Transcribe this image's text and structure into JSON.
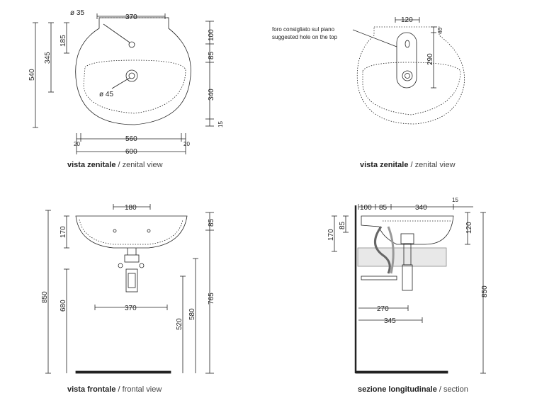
{
  "views": {
    "top": {
      "caption_it": "vista zenitale",
      "caption_en": "zenital view",
      "dims": {
        "hole_small": "ø 35",
        "hole_large": "ø 45",
        "top_width": "370",
        "left_185": "185",
        "left_345": "345",
        "left_540": "540",
        "right_100": "100",
        "right_85": "85",
        "right_340": "340",
        "right_15": "15",
        "bottom_560": "560",
        "bottom_600": "600",
        "bottom_20_left": "20",
        "bottom_20_right": "20"
      }
    },
    "top_suggested": {
      "caption_it": "vista zenitale",
      "caption_en": "zenital view",
      "note_it": "foro consigliato sul piano",
      "note_en": "suggested hole on the top",
      "dims": {
        "width_120": "120",
        "height_290": "290",
        "height_40": "40"
      }
    },
    "front": {
      "caption_it": "vista frontale",
      "caption_en": "frontal view",
      "dims": {
        "top_180": "180",
        "left_170": "170",
        "left_850": "850",
        "left_680": "680",
        "mid_370": "370",
        "right_520": "520",
        "right_580": "580",
        "right_765": "765",
        "right_85": "85"
      }
    },
    "section": {
      "caption_it": "sezione longitudinale",
      "caption_en": "section",
      "dims": {
        "top_100": "100",
        "top_85": "85",
        "top_340": "340",
        "top_15": "15",
        "left_170": "170",
        "left_85": "85",
        "right_120": "120",
        "right_850": "850",
        "mid_270": "270",
        "mid_345": "345"
      }
    }
  }
}
